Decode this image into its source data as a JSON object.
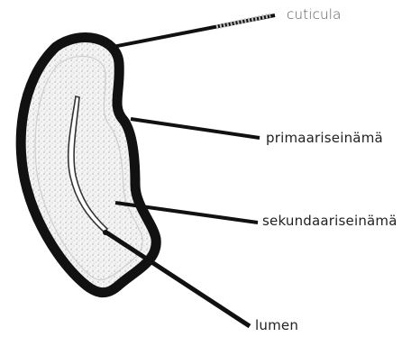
{
  "labels": {
    "cuticula": "cuticula",
    "primary_wall": "primaariseinämä",
    "secondary_wall": "sekundaariseinämä",
    "lumen": "lumen"
  },
  "colors": {
    "ink": "#111111",
    "stipple": "#9a9a9a",
    "cell_fill": "#f2f2f2"
  }
}
